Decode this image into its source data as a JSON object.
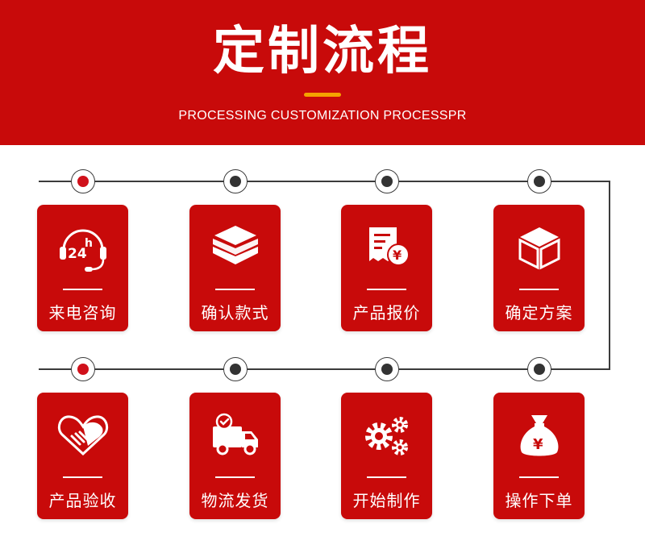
{
  "header": {
    "title": "定制流程",
    "subtitle": "PROCESSING CUSTOMIZATION PROCESSPR"
  },
  "colors": {
    "banner": "#c80a0a",
    "card": "#c80a0a",
    "accent": "#f5a300",
    "line": "#3b3b3b",
    "dot_active": "#d0111b",
    "dot_default": "#333333"
  },
  "steps_row1": [
    {
      "label": "来电咨询",
      "icon": "24h-headset-icon",
      "dot": "active"
    },
    {
      "label": "确认款式",
      "icon": "layers-icon",
      "dot": "default"
    },
    {
      "label": "产品报价",
      "icon": "price-receipt-icon",
      "dot": "default"
    },
    {
      "label": "确定方案",
      "icon": "box-icon",
      "dot": "default"
    }
  ],
  "steps_row2": [
    {
      "label": "产品验收",
      "icon": "handshake-heart-icon",
      "dot": "active"
    },
    {
      "label": "物流发货",
      "icon": "delivery-truck-icon",
      "dot": "default"
    },
    {
      "label": "开始制作",
      "icon": "gears-icon",
      "dot": "default"
    },
    {
      "label": "操作下单",
      "icon": "money-bag-icon",
      "dot": "default"
    }
  ],
  "icon_text": {
    "hours": "24",
    "hours_suffix": "h",
    "currency": "¥"
  }
}
